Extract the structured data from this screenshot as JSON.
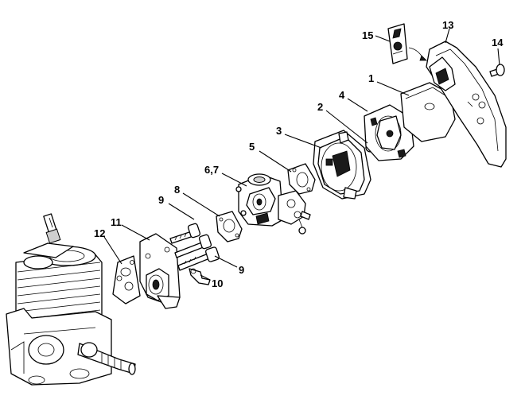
{
  "diagram": {
    "callouts": [
      {
        "id": "c1",
        "label": "1"
      },
      {
        "id": "c2",
        "label": "2"
      },
      {
        "id": "c3",
        "label": "3"
      },
      {
        "id": "c4",
        "label": "4"
      },
      {
        "id": "c5",
        "label": "5"
      },
      {
        "id": "c67",
        "label": "6,7"
      },
      {
        "id": "c8",
        "label": "8"
      },
      {
        "id": "c9a",
        "label": "9"
      },
      {
        "id": "c9b",
        "label": "9"
      },
      {
        "id": "c10",
        "label": "10"
      },
      {
        "id": "c11",
        "label": "11"
      },
      {
        "id": "c12",
        "label": "12"
      },
      {
        "id": "c13",
        "label": "13"
      },
      {
        "id": "c14",
        "label": "14"
      },
      {
        "id": "c15",
        "label": "15"
      }
    ]
  }
}
